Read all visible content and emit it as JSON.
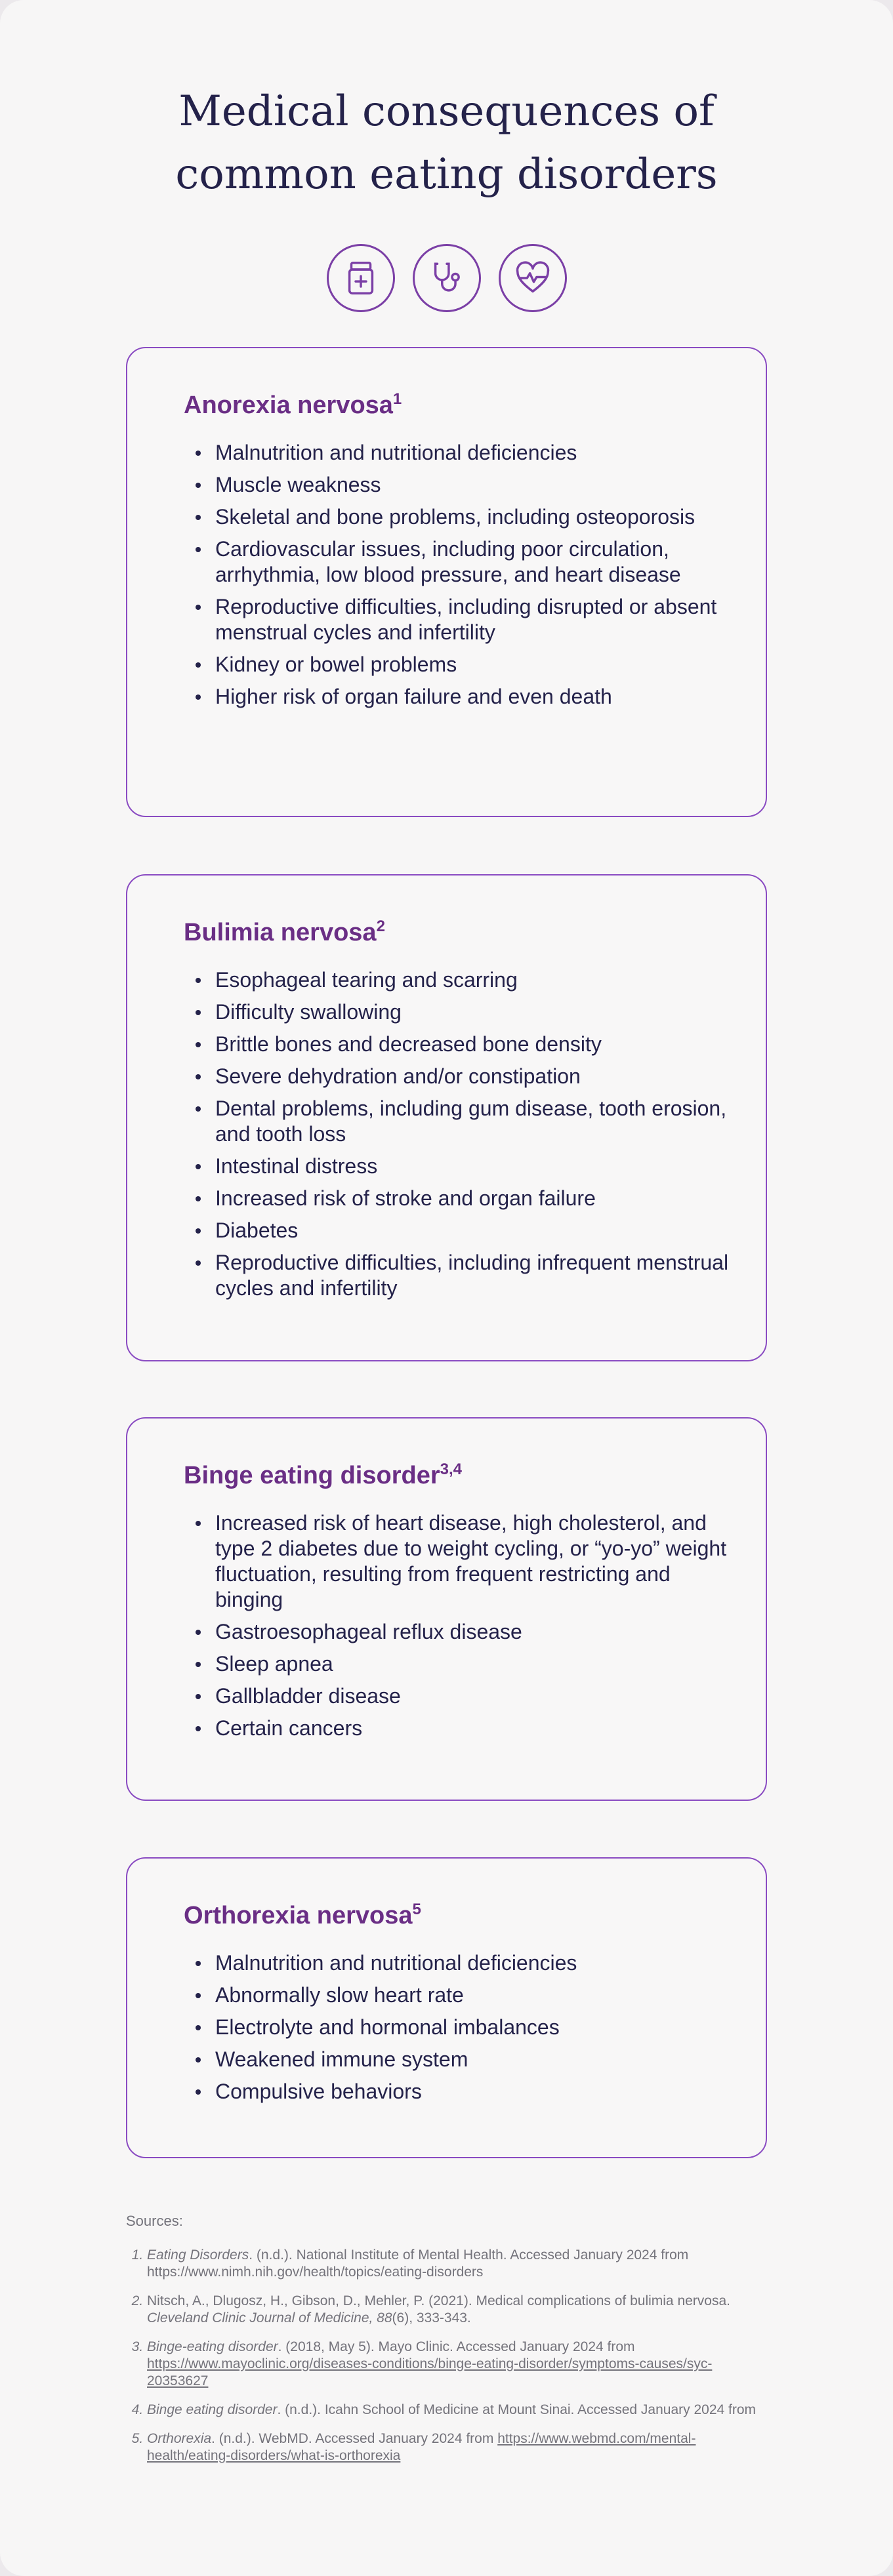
{
  "title": {
    "line1": "Medical consequences of",
    "line2": "common eating disorders"
  },
  "header_icons": [
    "medicine-bottle-icon",
    "stethoscope-icon",
    "heart-pulse-icon"
  ],
  "colors": {
    "accent": "#6a2e85",
    "border": "#8a4bc2",
    "text": "#24224a",
    "muted": "#74737b",
    "background": "#f7f6f6"
  },
  "cards": [
    {
      "title": "Anorexia nervosa",
      "ref": "1",
      "items": [
        "Malnutrition and nutritional deficiencies",
        "Muscle weakness",
        "Skeletal and bone problems, including osteoporosis",
        "Cardiovascular issues, including poor circulation, arrhythmia, low blood pressure, and heart disease",
        "Reproductive difficulties, including disrupted or absent menstrual cycles and infertility",
        "Kidney or bowel problems",
        "Higher risk of organ failure and even death"
      ]
    },
    {
      "title": "Bulimia nervosa",
      "ref": "2",
      "items": [
        "Esophageal tearing and scarring",
        "Difficulty swallowing",
        "Brittle bones and decreased bone density",
        "Severe dehydration and/or constipation",
        "Dental problems, including gum disease, tooth erosion, and tooth loss",
        "Intestinal distress",
        "Increased risk of stroke and organ failure",
        "Diabetes",
        "Reproductive difficulties, including infrequent menstrual cycles and infertility"
      ]
    },
    {
      "title": "Binge eating disorder",
      "ref": "3,4",
      "items": [
        "Increased risk of heart disease, high cholesterol, and type 2 diabetes due to weight cycling, or “yo-yo” weight fluctuation, resulting from frequent restricting and binging",
        "Gastroesophageal reflux disease",
        "Sleep apnea",
        "Gallbladder disease",
        "Certain cancers"
      ]
    },
    {
      "title": "Orthorexia nervosa",
      "ref": "5",
      "items": [
        "Malnutrition and nutritional deficiencies",
        "Abnormally slow heart rate",
        "Electrolyte and hormonal imbalances",
        "Weakened immune system",
        "Compulsive behaviors"
      ]
    }
  ],
  "sources": {
    "label": "Sources:",
    "items": [
      {
        "title": "Eating Disorders",
        "rest": ". (n.d.). National Institute of Mental Health. Accessed January 2024 from https://www.nimh.nih.gov/health/topics/eating-disorders"
      },
      {
        "pre": "Nitsch, A., Dlugosz, H., Gibson, D., Mehler, P. (2021). Medical complications of bulimia nervosa. ",
        "journal": "Cleveland Clinic Journal of Medicine, 88",
        "post": "(6), 333-343."
      },
      {
        "title": "Binge-eating disorder",
        "rest": ". (2018, May 5). Mayo Clinic. Accessed January 2024 from ",
        "link": "https://www.mayoclinic.org/diseases-conditions/binge-eating-disorder/symptoms-causes/syc-20353627"
      },
      {
        "title": "Binge eating disorder",
        "rest": ". (n.d.). Icahn School of Medicine at Mount Sinai. Accessed January 2024 from"
      },
      {
        "title": "Orthorexia",
        "rest": ". (n.d.). WebMD. Accessed January 2024 from ",
        "link": "https://www.webmd.com/mental-health/eating-disorders/what-is-orthorexia"
      }
    ]
  }
}
